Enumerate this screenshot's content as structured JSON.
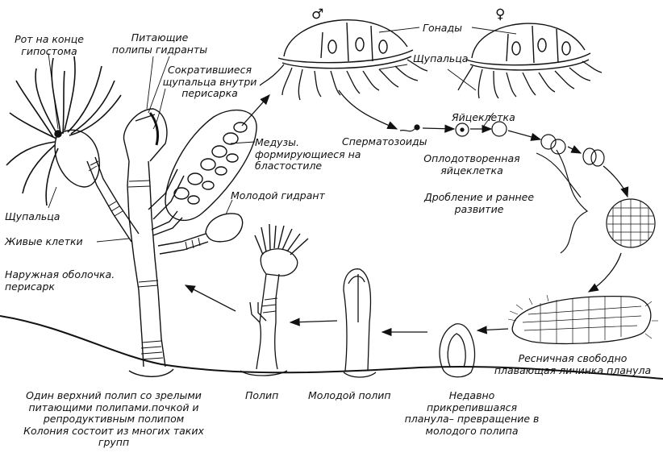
{
  "labels": {
    "mouth": "Рот на конце\nгипостома",
    "feeding_polyps": "Питающие\nполипы гидранты",
    "contracted_tentacles": "Сократившиеся\nщупальца внутри\nперисарка",
    "medusae_forming": "Медузы.\nформирующиеся на\nбластостиле",
    "tentacles_left": "Щупальца",
    "living_cells": "Живые клетки",
    "outer_shell": "Наружная оболочка.\nперисарк",
    "young_hydranth": "Молодой гидрант",
    "gonads": "Гонады",
    "tentacles_medusa": "Щупальца",
    "egg": "Яйцеклетка",
    "sperm": "Сперматозоиды",
    "fertilized_egg": "Оплодотворенная\nяйцеклетка",
    "cleavage": "Дробление и раннее\nразвитие",
    "planula": "Ресничная свободно\nплавающая личинка планула",
    "attached_planula": "Недавно прикрепившаяся\nпланула– превращение в\nмолодого полипа",
    "young_polyp": "Молодой полип",
    "polyp": "Полип",
    "colony": "Один верхний полип со зрелыми\nпитающими полипами.почкой и\nрепродуктивным полипом\nКолония состоит из многих таких\nгрупп"
  },
  "symbols": {
    "male": "♂",
    "female": "♀"
  },
  "colors": {
    "ink": "#111111",
    "background": "#ffffff"
  }
}
